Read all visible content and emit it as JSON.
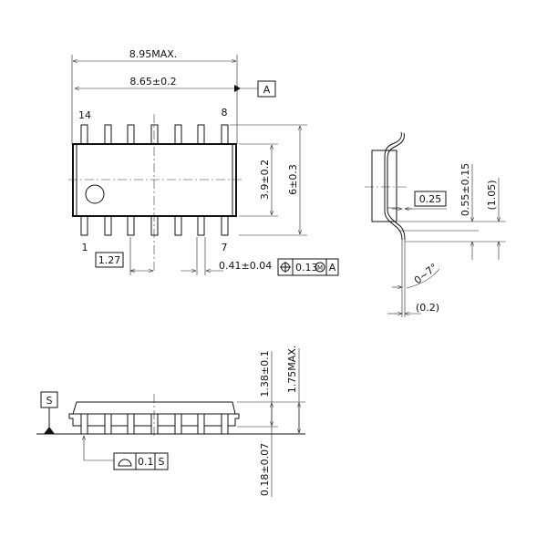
{
  "top_view": {
    "dim_overall": "8.95MAX.",
    "dim_body": "8.65±0.2",
    "datum_a": "A",
    "pin_14": "14",
    "pin_8": "8",
    "pin_1": "1",
    "pin_7": "7",
    "dim_width_body": "3.9±0.2",
    "dim_width_total": "6±0.3",
    "pitch": "1.27",
    "lead_width": "0.41±0.04",
    "tolerance_value": "0.13",
    "tolerance_modifier": "M",
    "tolerance_datum": "A"
  },
  "end_view": {
    "lead_thickness": "0.25",
    "foot_length": "0.55±0.15",
    "foot_ref": "(1.05)",
    "angle": "0~7°",
    "ref_dim": "(0.2)"
  },
  "side_view": {
    "datum_s": "S",
    "dim_body_height": "1.38±0.1",
    "dim_total_height": "1.75MAX.",
    "dim_standoff": "0.18±0.07",
    "flatness_value": "0.1",
    "flatness_datum": "S"
  }
}
